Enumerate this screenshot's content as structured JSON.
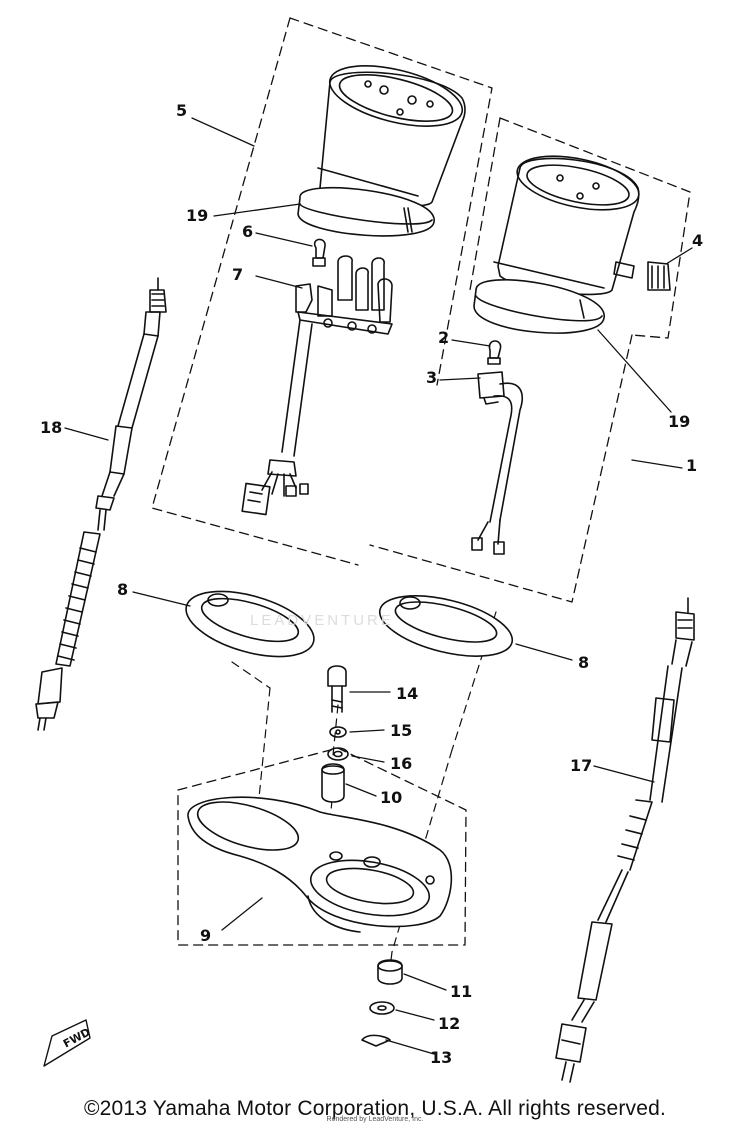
{
  "callouts": {
    "c1": "1",
    "c2": "2",
    "c3": "3",
    "c4": "4",
    "c5": "5",
    "c6": "6",
    "c7": "7",
    "c8a": "8",
    "c8b": "8",
    "c9": "9",
    "c10": "10",
    "c11": "11",
    "c12": "12",
    "c13": "13",
    "c14": "14",
    "c15": "15",
    "c16": "16",
    "c17": "17",
    "c18": "18",
    "c19a": "19",
    "c19b": "19"
  },
  "fwd_label": "FWD",
  "watermark_text": "LEADVENTURE",
  "rendered_by": "Rendered by LeadVenture, Inc.",
  "copyright": "©2013 Yamaha Motor Corporation, U.S.A. All rights reserved.",
  "colors": {
    "ink": "#111111",
    "background": "#ffffff"
  }
}
